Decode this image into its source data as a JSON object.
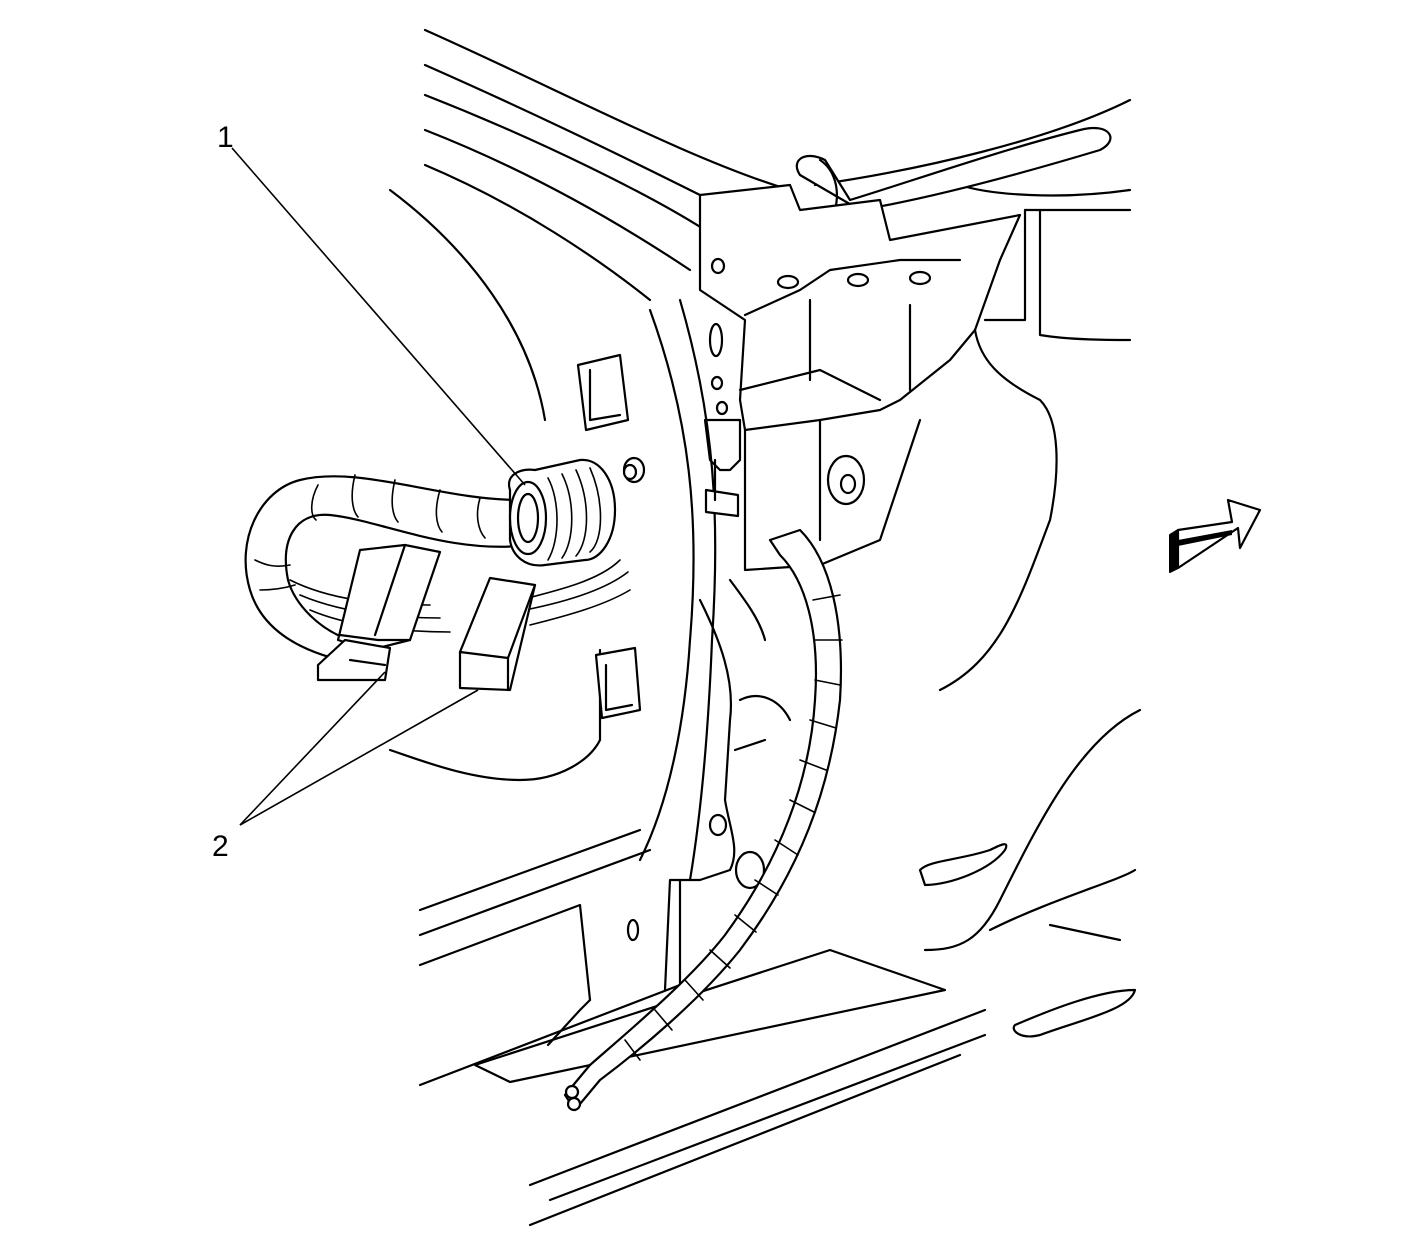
{
  "callouts": [
    {
      "id": "1",
      "label": "1"
    },
    {
      "id": "2",
      "label": "2"
    }
  ],
  "icons": {
    "direction_arrow": "forward-arrow-icon"
  }
}
